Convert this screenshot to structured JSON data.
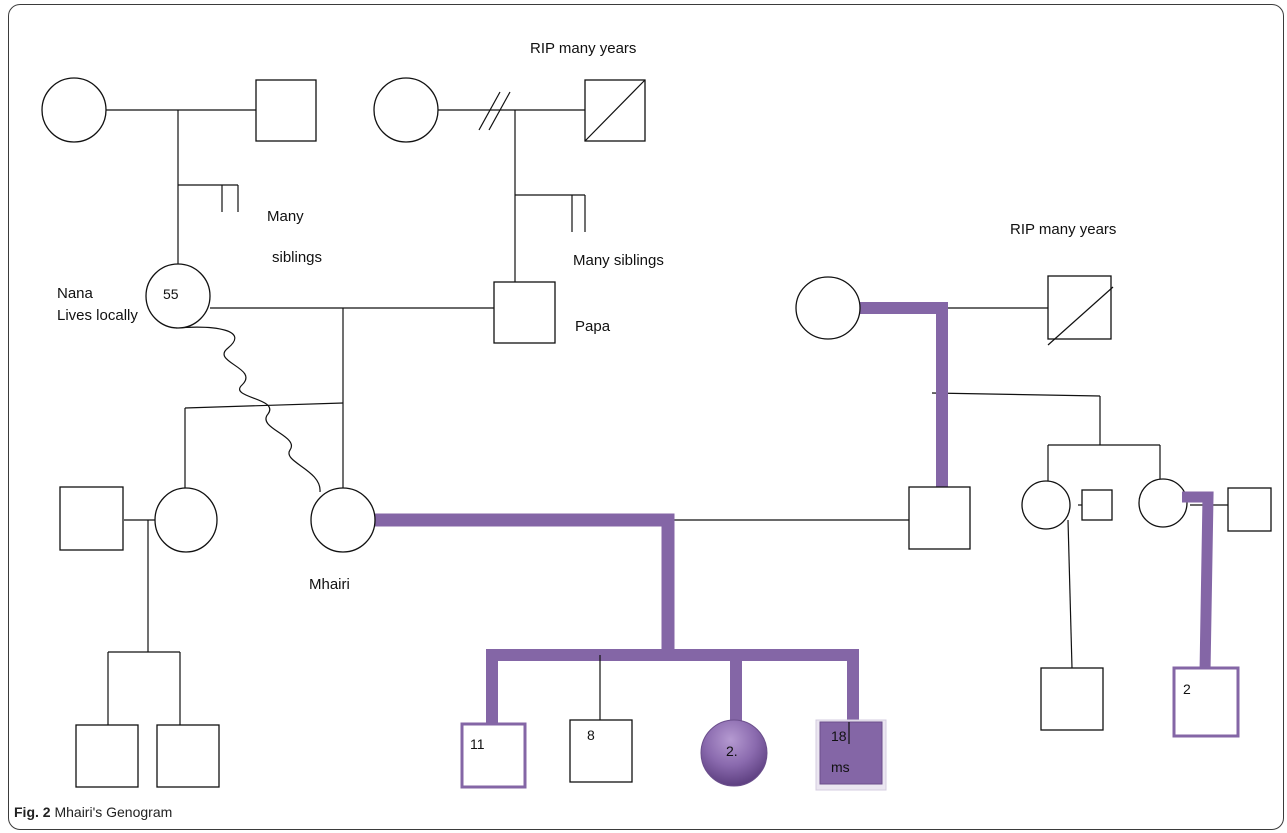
{
  "caption": {
    "fig": "Fig. 2",
    "text": "Mhairi's Genogram"
  },
  "labels": {
    "rip_top": "RIP many years",
    "rip_right": "RIP many years",
    "many": "Many",
    "siblings": "siblings",
    "many_siblings": "Many siblings",
    "nana": "Nana",
    "lives_locally": "Lives locally",
    "nana_age": "55",
    "papa": "Papa",
    "mhairi": "Mhairi",
    "child_11": "11",
    "child_8": "8",
    "child_2": "2.",
    "child_18": "18",
    "child_18_unit": "ms",
    "right_child": "2"
  },
  "colors": {
    "relationship": "#8466a6",
    "line": "#111111"
  }
}
